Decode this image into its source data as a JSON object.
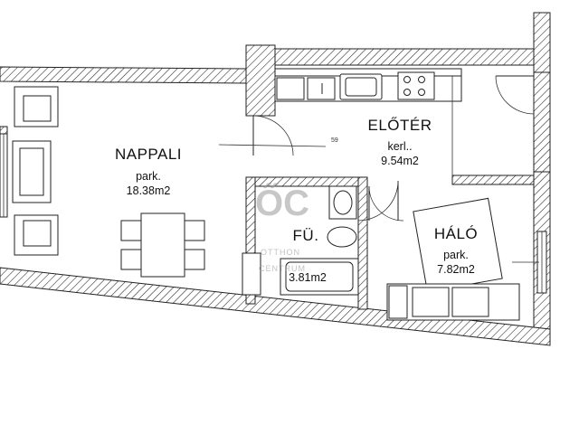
{
  "rooms": {
    "nappali": {
      "name": "NAPPALI",
      "floor": "park.",
      "area": "18.38m2"
    },
    "eloter": {
      "name": "ELŐTÉR",
      "floor": "kerl..",
      "area": "9.54m2"
    },
    "halo": {
      "name": "HÁLÓ",
      "floor": "park.",
      "area": "7.82m2"
    },
    "furdo": {
      "name": "FÜ.",
      "floor": "",
      "area": "3.81m2"
    }
  },
  "annotation": "59",
  "watermark": {
    "letters": "ŐC",
    "line1": "OTTHON",
    "line2": "CENTRUM"
  },
  "colors": {
    "wall_hatch": "#222222",
    "line": "#222222",
    "watermark": "#9a9a9a"
  }
}
